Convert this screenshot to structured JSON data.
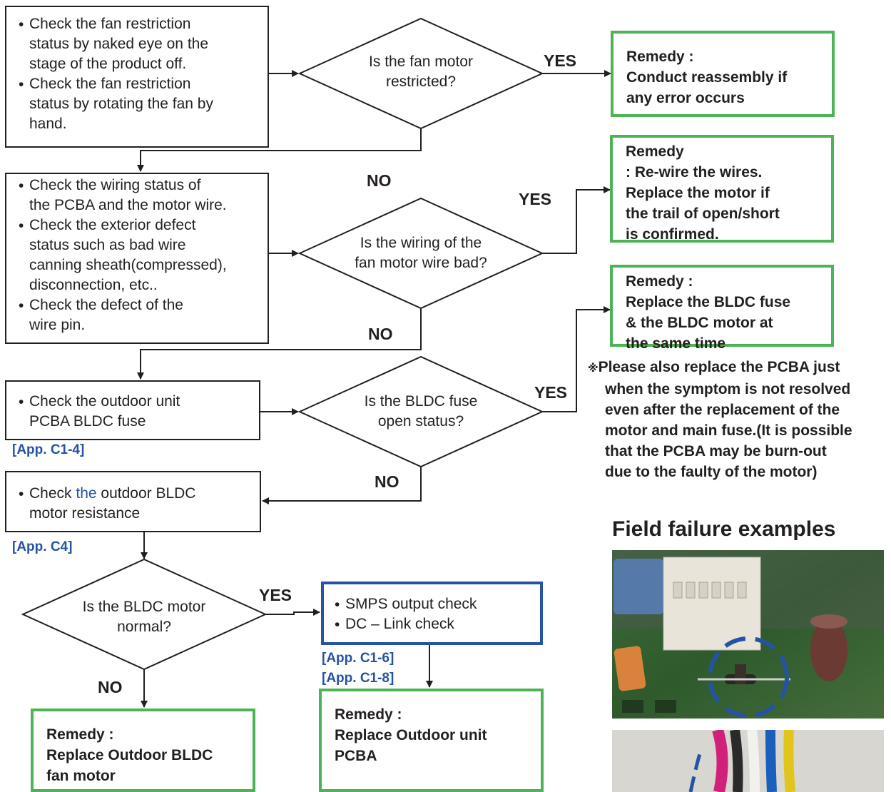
{
  "step1": {
    "bullets": [
      [
        "Check the fan restriction",
        "status by naked eye on the",
        "stage of the product off."
      ],
      [
        "Check the fan restriction",
        "status by rotating the fan by",
        "hand."
      ]
    ]
  },
  "decision1": [
    "Is the fan motor",
    "restricted?"
  ],
  "remedy1": [
    "Remedy :",
    "Conduct reassembly if",
    "any error occurs"
  ],
  "step2": {
    "bullets": [
      [
        "Check the wiring status of",
        "the PCBA and the motor wire."
      ],
      [
        "Check the exterior defect",
        "status such as bad wire",
        "canning sheath(compressed),",
        "disconnection, etc.."
      ],
      [
        "Check the defect of the",
        "wire pin."
      ]
    ]
  },
  "decision2": [
    "Is the wiring of the",
    "fan motor wire bad?"
  ],
  "remedy2": [
    "Remedy",
    ": Re-wire the wires.",
    "Replace the motor if",
    "the trail of open/short",
    "is confirmed."
  ],
  "step3": {
    "bullets": [
      [
        "Check the outdoor unit",
        "PCBA BLDC fuse"
      ]
    ]
  },
  "decision3": [
    "Is the BLDC fuse",
    "open status?"
  ],
  "remedy3": [
    "Remedy :",
    "Replace the BLDC fuse",
    "& the BLDC motor at",
    "the same time"
  ],
  "note": {
    "mark": "※",
    "lines": [
      "Please also replace the PCBA just",
      "when the symptom is not resolved",
      "even after the replacement of the",
      "motor and main fuse.(It is possible",
      "that the PCBA may be burn-out",
      "due to the faulty of the motor)"
    ]
  },
  "step4": {
    "prefix": "Check ",
    "highlight": "the",
    "suffix": " outdoor BLDC",
    "line2": "motor resistance"
  },
  "decision4": [
    "Is the BLDC motor",
    "normal?"
  ],
  "smps": {
    "bullets": [
      [
        "SMPS output check"
      ],
      [
        "DC – Link check"
      ]
    ]
  },
  "remedy4": [
    "Remedy :",
    "Replace Outdoor BLDC",
    "fan motor"
  ],
  "remedy5": [
    "Remedy :",
    "Replace Outdoor unit",
    "PCBA"
  ],
  "labels": {
    "yes": "YES",
    "no": "NO"
  },
  "refs": {
    "c1_4": "[App. C1-4]",
    "c4": "[App. C4]",
    "c1_6": "[App. C1-6]",
    "c1_8": "[App. C1-8]"
  },
  "field_title": "Field failure examples",
  "colors": {
    "remedy_border": "#4cb454",
    "check_border": "#2553a3",
    "reference_text": "#2553a3",
    "highlight_text": "#2553a3",
    "photo_marker": "#2553a3"
  }
}
